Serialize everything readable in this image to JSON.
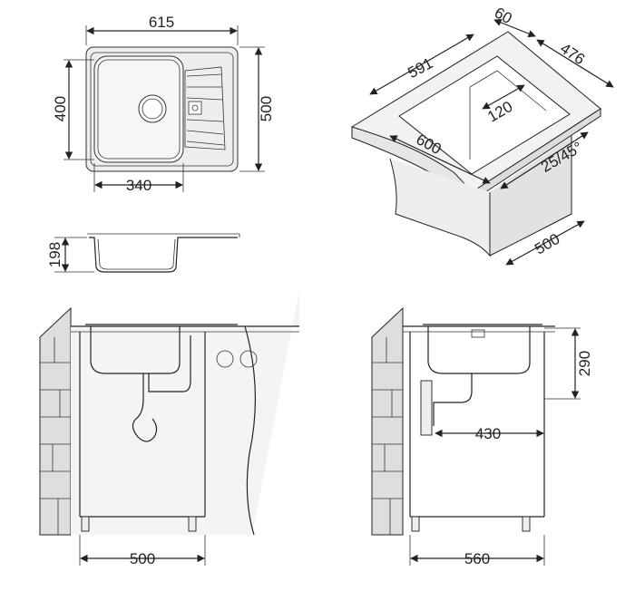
{
  "colors": {
    "line": "#222222",
    "fill_light": "#eeeeee",
    "fill_mid": "#dcdcdc",
    "background": "#ffffff"
  },
  "top_view": {
    "width": "615",
    "depth": "500",
    "bowl_depth": "400",
    "bowl_width": "340"
  },
  "section_view": {
    "height": "198"
  },
  "iso_view": {
    "a": "60",
    "b": "591",
    "c": "476",
    "d": "120",
    "e": "600",
    "f": "25/45°",
    "g": "500"
  },
  "front_install": {
    "cabinet_width": "500"
  },
  "side_install": {
    "height": "290",
    "drain_offset": "430",
    "cabinet_width": "560"
  }
}
